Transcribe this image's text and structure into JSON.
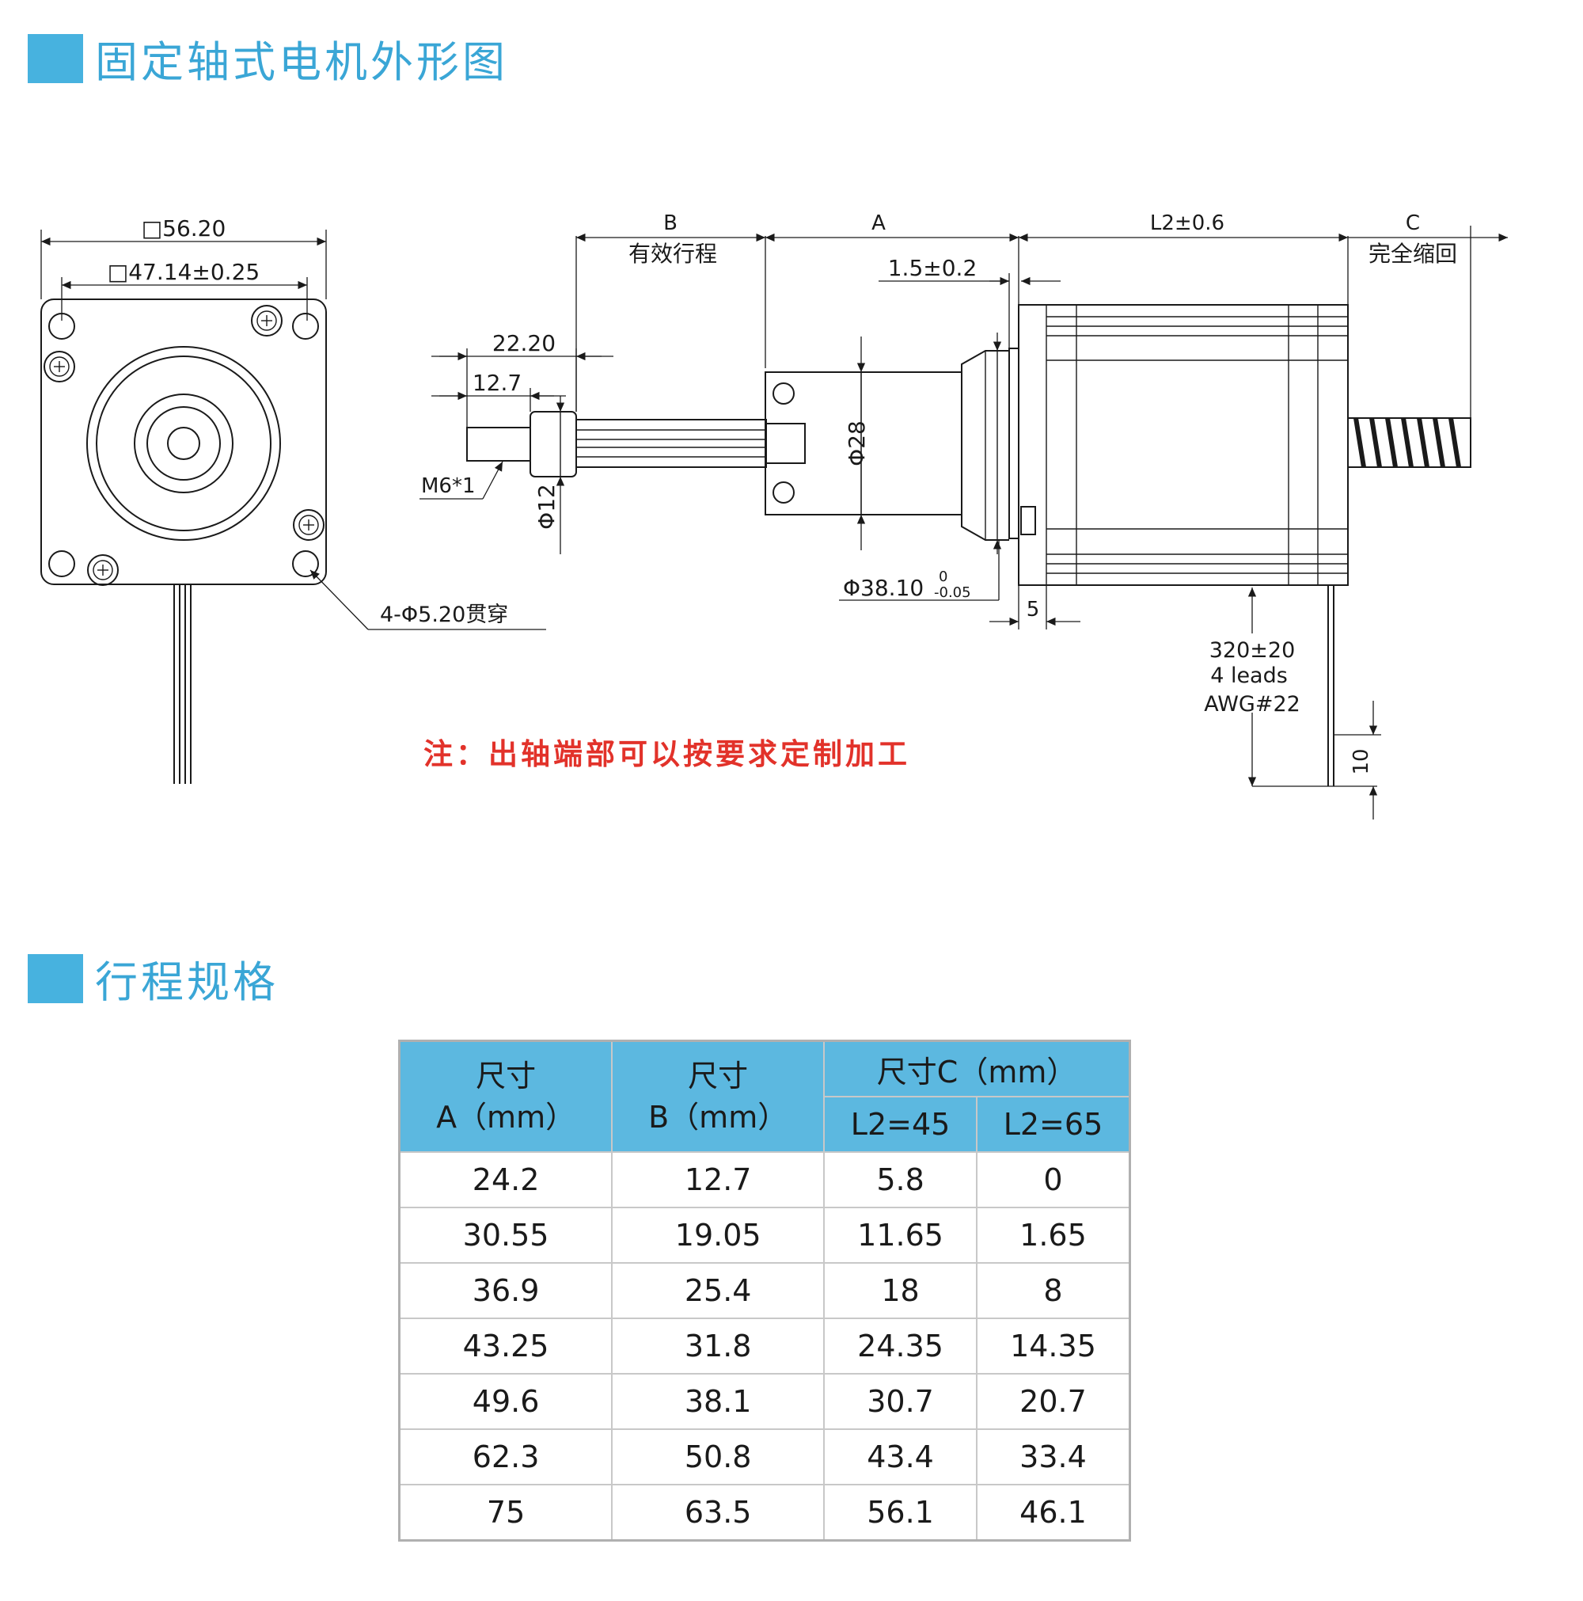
{
  "section1": {
    "title": "固定轴式电机外形图"
  },
  "section2": {
    "title": "行程规格"
  },
  "front_view": {
    "dim_outer": "□56.20",
    "dim_inner": "□47.14±0.25",
    "hole_label": "4-Φ5.20贯穿"
  },
  "side_view": {
    "dim_b": "B",
    "dim_b_label": "有效行程",
    "dim_a": "A",
    "dim_l2": "L2±0.6",
    "dim_c": "C",
    "dim_c_label": "完全缩回",
    "dim_1_5": "1.5±0.2",
    "dim_22_20": "22.20",
    "dim_12_7": "12.7",
    "thread": "M6*1",
    "dia_12": "Φ12",
    "dia_28": "Φ28",
    "dia_38": "Φ38.10",
    "dia_38_tol_upper": "0",
    "dia_38_tol_lower": "-0.05",
    "dim_5": "5",
    "lead_length": "320±20",
    "leads": "4 leads",
    "awg": "AWG#22",
    "dim_10": "10"
  },
  "note": "注：出轴端部可以按要求定制加工",
  "table": {
    "col_a_line1": "尺寸",
    "col_a_line2": "A（mm）",
    "col_b_line1": "尺寸",
    "col_b_line2": "B（mm）",
    "col_c": "尺寸C（mm）",
    "col_c_sub1": "L2=45",
    "col_c_sub2": "L2=65",
    "rows": [
      [
        "24.2",
        "12.7",
        "5.8",
        "0"
      ],
      [
        "30.55",
        "19.05",
        "11.65",
        "1.65"
      ],
      [
        "36.9",
        "25.4",
        "18",
        "8"
      ],
      [
        "43.25",
        "31.8",
        "24.35",
        "14.35"
      ],
      [
        "49.6",
        "38.1",
        "30.7",
        "20.7"
      ],
      [
        "62.3",
        "50.8",
        "43.4",
        "33.4"
      ],
      [
        "75",
        "63.5",
        "56.1",
        "46.1"
      ]
    ]
  },
  "colors": {
    "accent": "#47b2df",
    "table_header": "#5cb8e0",
    "note": "#e2322a"
  }
}
